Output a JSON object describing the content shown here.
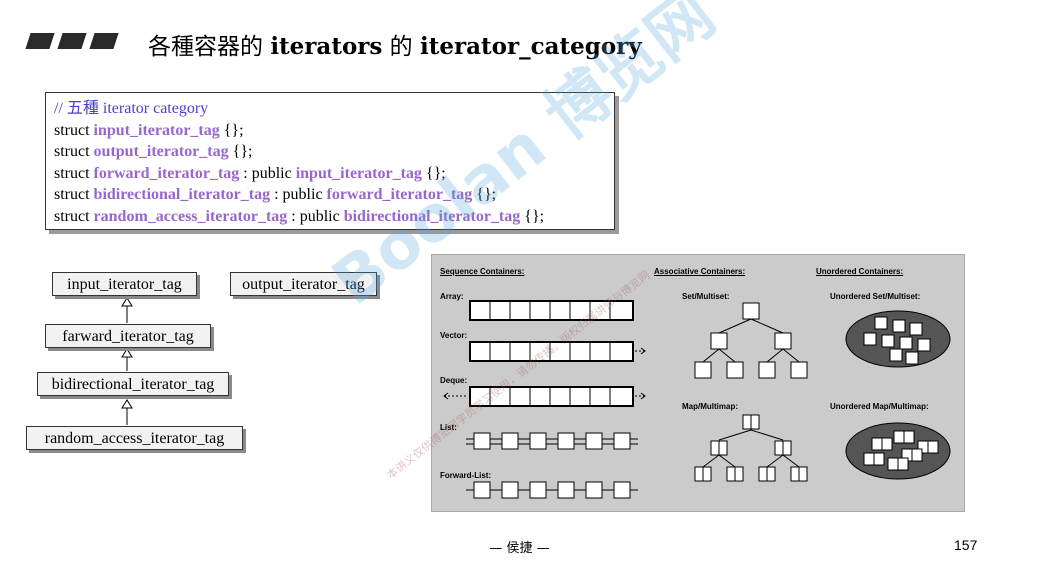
{
  "slide": {
    "title_cjk": "各種容器的 ",
    "title_en1": "iterators",
    "title_cjk2": " 的 ",
    "title_en2": "iterator_category",
    "footer": "— 侯捷 —",
    "page_number": "157"
  },
  "code": {
    "comment": "// 五種 iterator category",
    "kw_struct": "struct ",
    "kw_public": " : public ",
    "suffix": " {};",
    "lines": [
      {
        "tag": "input_iterator_tag",
        "base": ""
      },
      {
        "tag": "output_iterator_tag",
        "base": ""
      },
      {
        "tag": "forward_iterator_tag",
        "base": "input_iterator_tag"
      },
      {
        "tag": "bidirectional_iterator_tag",
        "base": "forward_iterator_tag"
      },
      {
        "tag": "random_access_iterator_tag",
        "base": "bidirectional_iterator_tag"
      }
    ]
  },
  "hierarchy": {
    "input": "input_iterator_tag",
    "output": "output_iterator_tag",
    "forward": "farward_iterator_tag",
    "bidirectional": "bidirectional_iterator_tag",
    "random": "random_access_iterator_tag"
  },
  "containers": {
    "sequence_header": "Sequence Containers:",
    "associative_header": "Associative Containers:",
    "unordered_header": "Unordered Containers:",
    "array": "Array:",
    "vector": "Vector:",
    "deque": "Deque:",
    "list": "List:",
    "forward_list": "Forward-List:",
    "set_multiset": "Set/Multiset:",
    "map_multimap": "Map/Multimap:",
    "unordered_set": "Unordered Set/Multiset:",
    "unordered_map": "Unordered Map/Multimap:"
  },
  "watermark": {
    "logo": "Boolan 博览网",
    "notice": "本讲义仅供博览网学员学习使用，请勿传播。版权归属讲师与博览网"
  },
  "colors": {
    "comment": "#4a3fd0",
    "tag": "#9966cc",
    "panel": "#cbcbcb",
    "ellipse": "#555555"
  }
}
